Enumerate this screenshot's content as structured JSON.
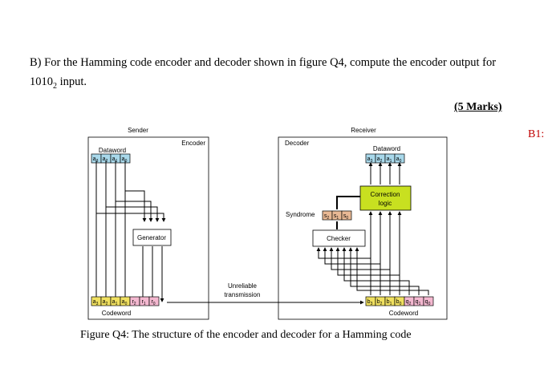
{
  "question": {
    "text_before": "B) For the Hamming code encoder and decoder shown in figure Q4, compute the encoder output for",
    "input_value": "1010",
    "input_base": "2",
    "text_after": " input."
  },
  "marks": "(5 Marks)",
  "b1_label": "B1:",
  "figure": {
    "sender": "Sender",
    "receiver": "Receiver",
    "encoder": "Encoder",
    "decoder": "Decoder",
    "dataword": "Dataword",
    "codeword": "Codeword",
    "generator": "Generator",
    "checker": "Checker",
    "correction_logic_1": "Correction",
    "correction_logic_2": "logic",
    "syndrome": "Syndrome",
    "unreliable_1": "Unreliable",
    "unreliable_2": "transmission",
    "sender_dataword_bits": [
      "a3",
      "a2",
      "a1",
      "a0"
    ],
    "sender_codeword_bits": [
      "a3",
      "a2",
      "a1",
      "a0",
      "r2",
      "r1",
      "r0"
    ],
    "receiver_dataword_bits": [
      "a3",
      "a2",
      "a1",
      "a0"
    ],
    "receiver_codeword_bits": [
      "b3",
      "b2",
      "b1",
      "b0",
      "q2",
      "q1",
      "q0"
    ],
    "syndrome_bits": [
      "s2",
      "s1",
      "s0"
    ]
  },
  "caption": "Figure Q4: The structure of the encoder and decoder for a Hamming code",
  "colors": {
    "dataword_cell": "#a8d8ea",
    "codeword_data": "#f0e060",
    "codeword_redundant": "#f4b8d0",
    "correction": "#c8e020",
    "syndrome": "#e8b894"
  }
}
